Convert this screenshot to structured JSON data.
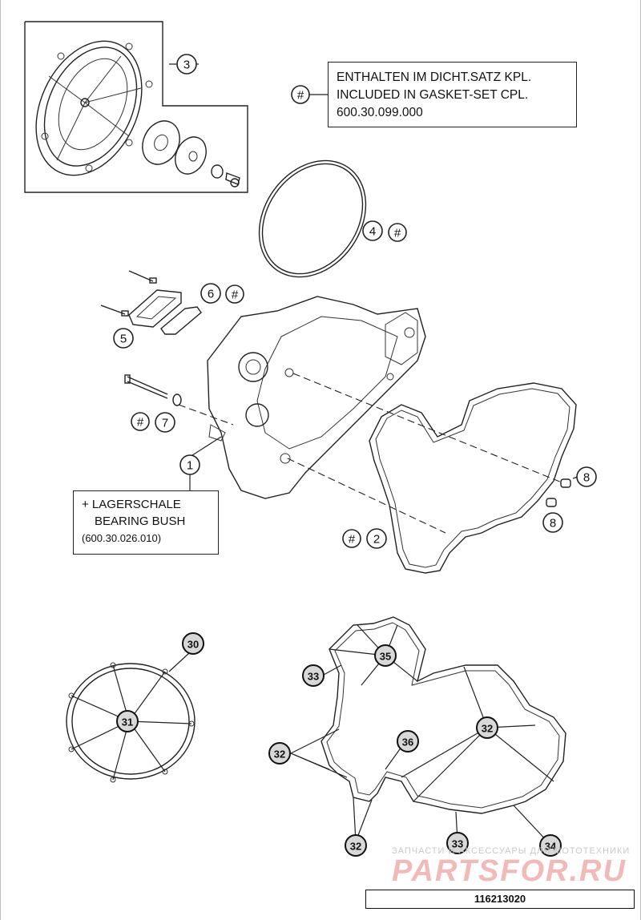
{
  "gasket_note": {
    "marker": "#",
    "line1": "ENTHALTEN IM DICHT.SATZ KPL.",
    "line2": "INCLUDED IN GASKET-SET CPL.",
    "line3": "600.30.099.000"
  },
  "bush_note": {
    "line1": "+ LAGERSCHALE",
    "line2": "BEARING BUSH",
    "line3": "(600.30.026.010)"
  },
  "callouts": {
    "c1": "1",
    "c2": "2",
    "c3": "3",
    "c4": "4",
    "c5": "5",
    "c6": "6",
    "c7": "7",
    "c8a": "8",
    "c8b": "8",
    "hash": "#"
  },
  "bold_callouts": {
    "b30": "30",
    "b31": "31",
    "b32a": "32",
    "b32b": "32",
    "b32c": "32",
    "b33a": "33",
    "b33b": "33",
    "b34": "34",
    "b35": "35",
    "b36": "36"
  },
  "watermark": {
    "small": "ЗАПЧАСТИ И АКСЕССУАРЫ ДЛЯ МОТОТЕХНИКИ",
    "big": "PARTSFOR.RU"
  },
  "drawing_number": "116213020"
}
